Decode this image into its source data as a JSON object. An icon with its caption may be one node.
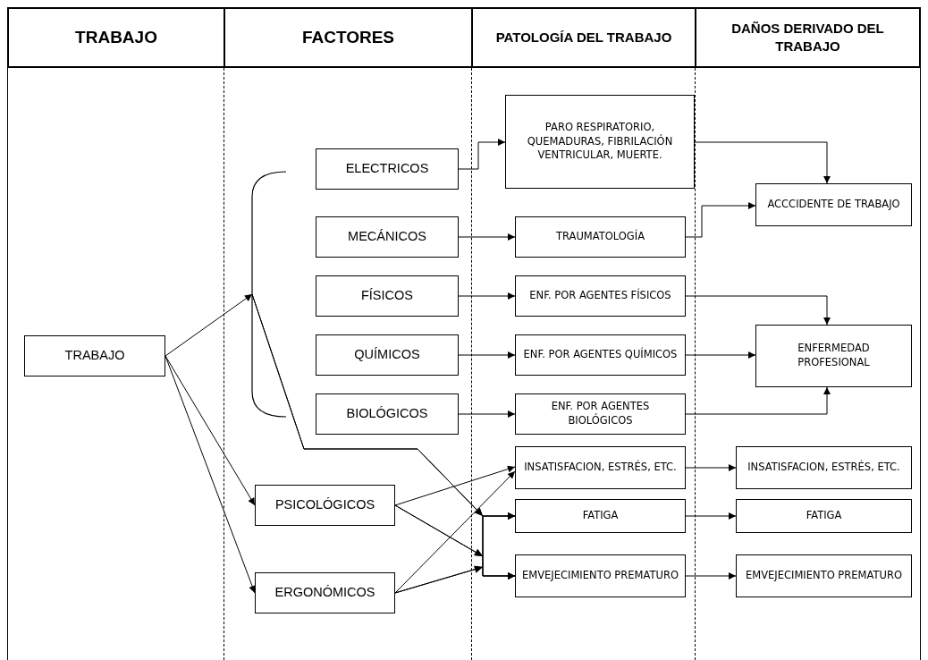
{
  "diagram": {
    "nodes": [
      {
        "text": [
          "TRABAJO"
        ]
      },
      {
        "text": [],
        "shape": "bracket"
      },
      {
        "text": [
          "ELECTRICOS"
        ]
      },
      {
        "text": [
          "MECÁNICOS"
        ]
      },
      {
        "text": [
          "FÍSICOS"
        ]
      },
      {
        "text": [
          "QUÍMICOS"
        ]
      },
      {
        "text": [
          "BIOLÓGICOS"
        ]
      },
      {
        "text": [
          "PSICOLÓGICOS"
        ]
      },
      {
        "text": [
          "ERGONÓMICOS"
        ]
      },
      {
        "text": [
          "PARO RESPIRATORIO, QUEMADURAS, FIBRILACIÓN VENTRICULAR, MUERTE."
        ]
      },
      {
        "text": [
          "TRAUMATOLOGÍA"
        ]
      },
      {
        "text": [
          "ENF. POR AGENTES FÍSICOS"
        ]
      },
      {
        "text": [
          "ENF. POR AGENTES QUÍMICOS"
        ]
      },
      {
        "text": [
          "ENF. POR AGENTES BIOLÓGICOS"
        ]
      },
      {
        "text": [
          "INSATISFACION, ESTRÉS, ETC."
        ]
      },
      {
        "text": [
          "FATIGA"
        ]
      },
      {
        "text": [
          "EMVEJECIMIENTO PREMATURO"
        ]
      },
      {
        "text": [
          "ACCCIDENTE DE TRABAJO"
        ]
      },
      {
        "text": [
          "ENFERMEDAD PROFESIONAL"
        ]
      },
      {
        "text": [
          "INSATISFACION, ESTRÉS, ETC."
        ]
      },
      {
        "text": [
          "FATIGA"
        ]
      },
      {
        "text": [
          "EMVEJECIMIENTO PREMATURO"
        ]
      }
    ],
    "edges": [
      {
        "from": 0,
        "to": 1,
        "arrow": "to"
      },
      {
        "from": 0,
        "to": 7,
        "arrow": "to"
      },
      {
        "from": 0,
        "to": 8,
        "arrow": "to"
      },
      {
        "from": 2,
        "to": 9,
        "arrow": "to"
      },
      {
        "from": 3,
        "to": 10,
        "arrow": "to"
      },
      {
        "from": 4,
        "to": 11,
        "arrow": "to"
      },
      {
        "from": 5,
        "to": 12,
        "arrow": "to"
      },
      {
        "from": 6,
        "to": 13,
        "arrow": "to"
      },
      {
        "from": 9,
        "to": 17,
        "arrow": "to"
      },
      {
        "from": 10,
        "to": 17,
        "arrow": "to"
      },
      {
        "from": 11,
        "to": 18,
        "arrow": "to"
      },
      {
        "from": 12,
        "to": 18,
        "arrow": "to"
      },
      {
        "from": 13,
        "to": 18,
        "arrow": "to"
      },
      {
        "from": 7,
        "to": 14,
        "arrow": "to"
      },
      {
        "from": 8,
        "to": 14,
        "arrow": "to"
      },
      {
        "from": 1,
        "to": 15,
        "arrow": "to"
      },
      {
        "from": 1,
        "to": 16,
        "arrow": "to"
      },
      {
        "from": 7,
        "to": 15,
        "arrow": "to"
      },
      {
        "from": 7,
        "to": 16,
        "arrow": "to"
      },
      {
        "from": 8,
        "to": 15,
        "arrow": "to"
      },
      {
        "from": 8,
        "to": 16,
        "arrow": "to"
      },
      {
        "from": 14,
        "to": 19,
        "arrow": "to"
      },
      {
        "from": 15,
        "to": 20,
        "arrow": "to"
      },
      {
        "from": 16,
        "to": 21,
        "arrow": "to"
      }
    ],
    "labels": [
      "TRABAJO",
      "FACTORES",
      "PATOLOGÍA DEL TRABAJO",
      "DAÑOS DERIVADO DEL TRABAJO"
    ]
  }
}
